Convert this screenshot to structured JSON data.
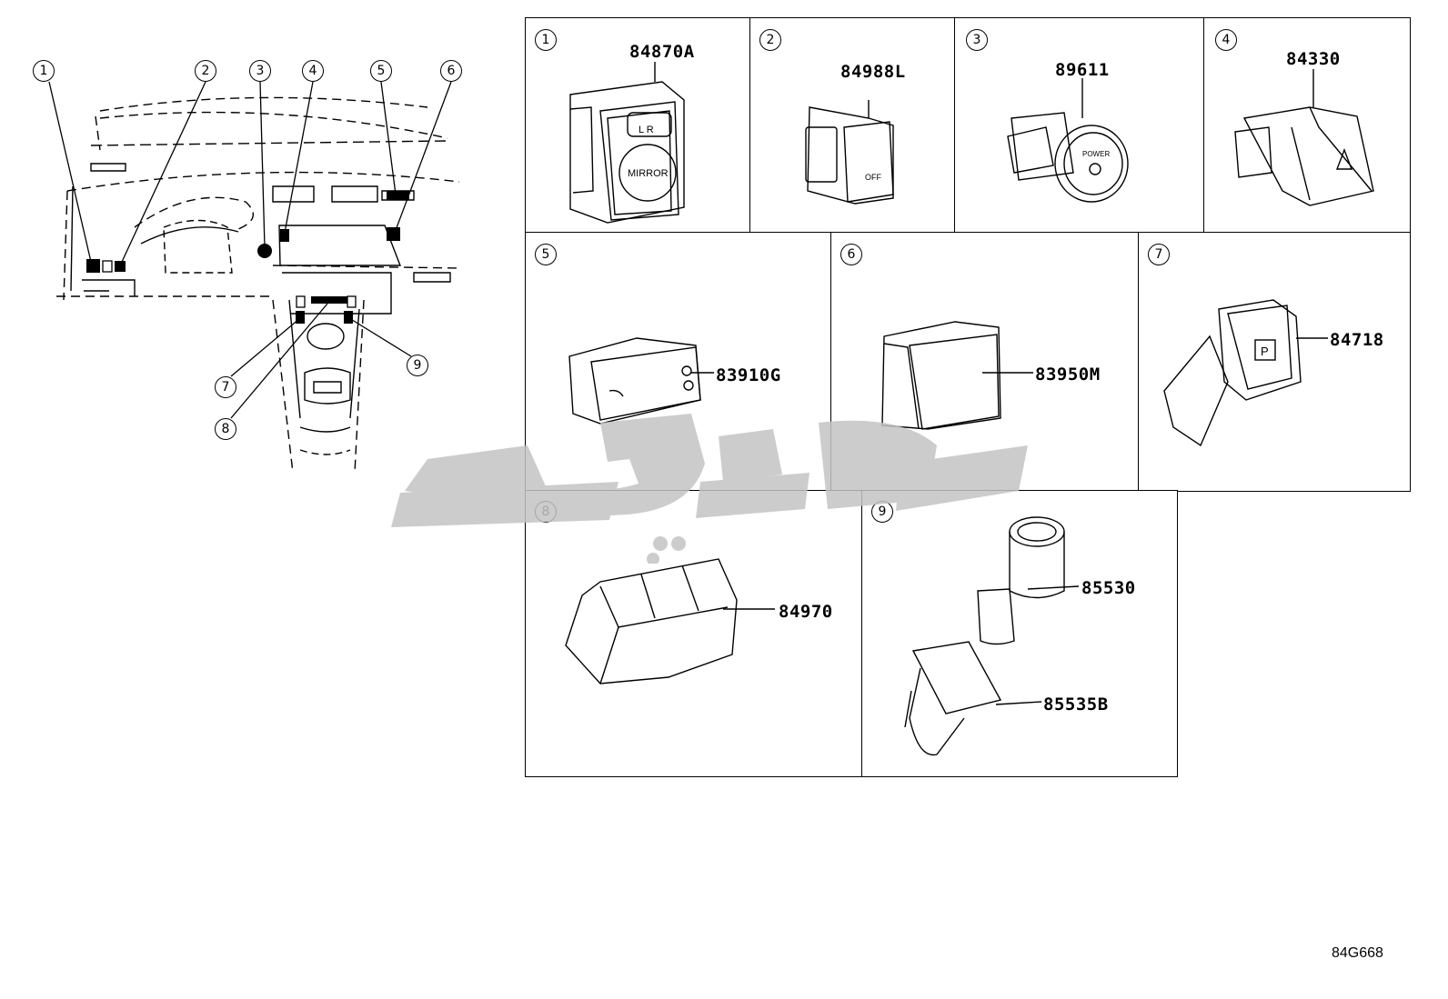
{
  "overview_callouts": [
    "1",
    "2",
    "3",
    "4",
    "5",
    "6",
    "7",
    "8",
    "9"
  ],
  "panels": [
    {
      "num": "1",
      "part": "84870A",
      "label": "MIRROR",
      "switch_letters": "L   R"
    },
    {
      "num": "2",
      "part": "84988L",
      "label": "OFF"
    },
    {
      "num": "3",
      "part": "89611",
      "label": "POWER"
    },
    {
      "num": "4",
      "part": "84330"
    },
    {
      "num": "5",
      "part": "83910G"
    },
    {
      "num": "6",
      "part": "83950M"
    },
    {
      "num": "7",
      "part": "84718",
      "label": "P"
    },
    {
      "num": "8",
      "part": "84970"
    },
    {
      "num": "9",
      "parts": [
        "85530",
        "85535B"
      ]
    }
  ],
  "diagram_ref": "84G668",
  "watermark": {
    "color": "#c4c4c4"
  }
}
